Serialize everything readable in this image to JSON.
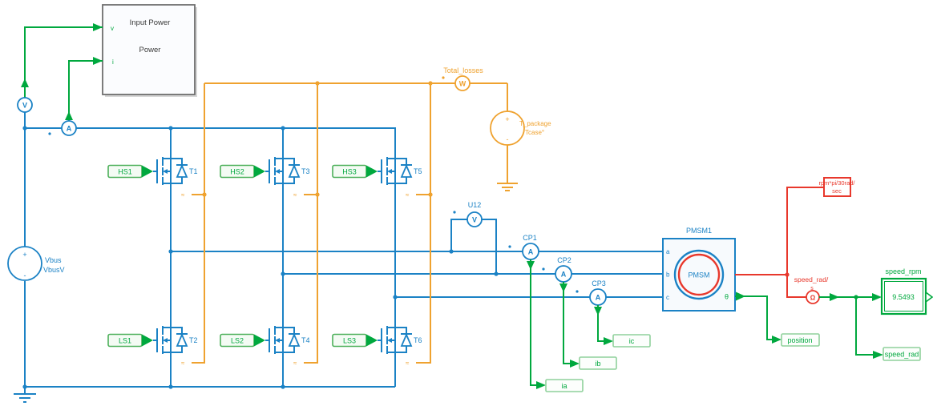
{
  "labels": {
    "input_power_title": "Input Power",
    "input_power_name": "Power",
    "port_v": "v",
    "port_i": "i",
    "meter_v": "V",
    "meter_a": "A",
    "meter_w": "W",
    "meter_u12": "V",
    "meter_cp": "A",
    "meter_omega": "Ω",
    "total_losses": "Total_losses",
    "t_package": "T_package",
    "tcase": "Tcase°",
    "u12": "U12",
    "cp1": "CP1",
    "cp2": "CP2",
    "cp3": "CP3",
    "vbus": "Vbus",
    "vbusv": "VbusV",
    "speed_meter": "speed_rad/",
    "speed_meter_unit": "s",
    "plus": "+",
    "minus": "-",
    "approx": "≈",
    "port_a": "a",
    "port_b": "b",
    "port_c": "c",
    "theta": "θ",
    "pmsm_title": "PMSM1",
    "pmsm": "PMSM",
    "rpm_l1": "rpm*pi/30rad/",
    "rpm_l2": "sec",
    "display_title": "speed_rpm",
    "display_value": "9.5493"
  },
  "gate_tags": {
    "hs1": "HS1",
    "hs2": "HS2",
    "hs3": "HS3",
    "ls1": "LS1",
    "ls2": "LS2",
    "ls3": "LS3"
  },
  "transistors": {
    "t1": "T1",
    "t2": "T2",
    "t3": "T3",
    "t4": "T4",
    "t5": "T5",
    "t6": "T6"
  },
  "signal_tags": {
    "ia": "ia",
    "ib": "ib",
    "ic": "ic",
    "position": "position",
    "speed_rad": "speed_rad"
  },
  "colors": {
    "blue": "#1b82c5",
    "green": "#00a83e",
    "orange": "#efa22f",
    "red": "#e8382c"
  }
}
